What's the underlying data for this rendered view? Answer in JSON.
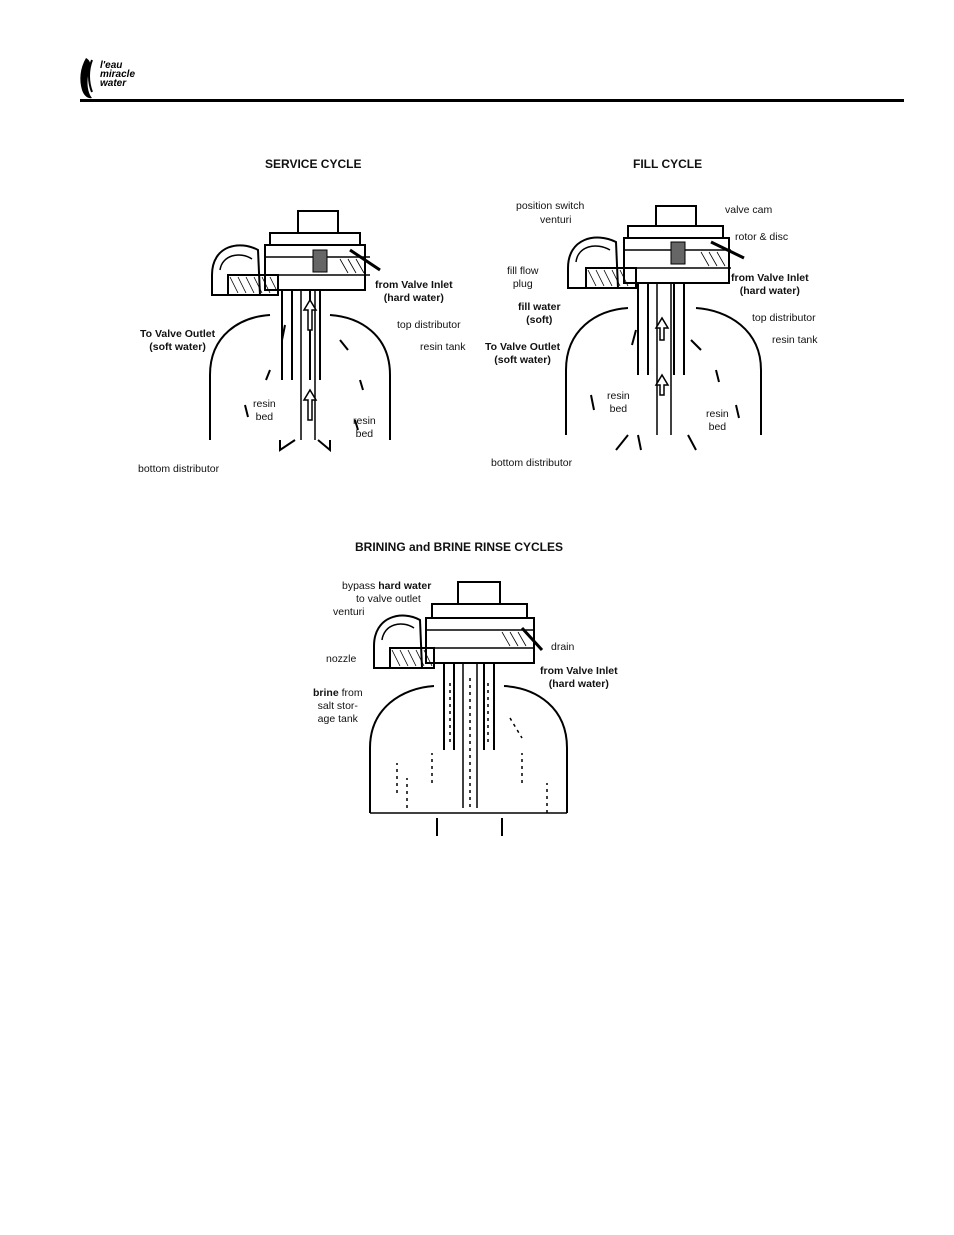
{
  "logo": {
    "line1": "l'eau",
    "line2": "miracle",
    "line3": "water"
  },
  "service": {
    "title": "SERVICE CYCLE",
    "from_valve_inlet": "from Valve Inlet",
    "hard_water": "(hard water)",
    "to_valve_outlet": "To Valve Outlet",
    "soft_water": "(soft water)",
    "top_distributor": "top distributor",
    "resin_tank": "resin tank",
    "resin_bed_left_1": "resin",
    "resin_bed_left_2": "bed",
    "resin_bed_right_1": "resin",
    "resin_bed_right_2": "bed",
    "bottom_distributor": "bottom distributor"
  },
  "fill": {
    "title": "FILL CYCLE",
    "position_switch": "position switch",
    "venturi": "venturi",
    "valve_cam": "valve cam",
    "rotor_disc": "rotor & disc",
    "fill_flow_1": "fill flow",
    "fill_flow_2": "plug",
    "from_valve_inlet": "from Valve Inlet",
    "hard_water": "(hard water)",
    "fill_water": "fill water",
    "fill_soft": "(soft)",
    "to_valve_outlet": "To Valve Outlet",
    "soft_water": "(soft water)",
    "top_distributor": "top distributor",
    "resin_tank": "resin tank",
    "resin_bed_left_1": "resin",
    "resin_bed_left_2": "bed",
    "resin_bed_right_1": "resin",
    "resin_bed_right_2": "bed",
    "bottom_distributor": "bottom distributor"
  },
  "brine": {
    "title": "BRINING and BRINE RINSE CYCLES",
    "bypass": "bypass",
    "hard_water_bold": "hard water",
    "to_valve_outlet": "to valve outlet",
    "venturi": "venturi",
    "drain": "drain",
    "nozzle": "nozzle",
    "from_valve_inlet": "from Valve Inlet",
    "hard_water": "(hard water)",
    "brine_bold": "brine",
    "brine_from": "from",
    "salt_1": "salt stor-",
    "salt_2": "age tank"
  }
}
